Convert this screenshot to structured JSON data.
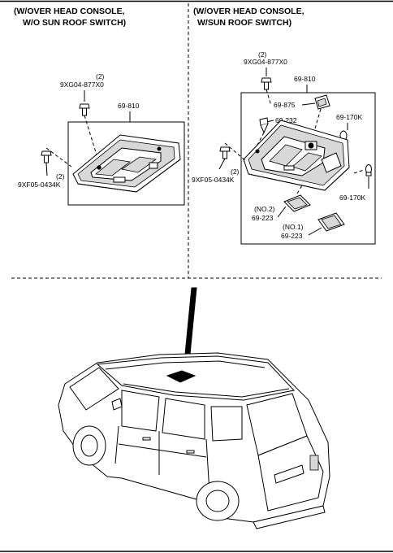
{
  "left_panel": {
    "header_line1": "(W/OVER HEAD CONSOLE,",
    "header_line2": "W/O SUN ROOF SWITCH)",
    "bolt_top_qty": "(2)",
    "bolt_top_code": "9XG04-877X0",
    "console_part": "69-810",
    "bolt_side_qty": "(2)",
    "bolt_side_code": "9XF05-0434K"
  },
  "right_panel": {
    "header_line1": "(W/OVER HEAD CONSOLE,",
    "header_line2": "W/SUN ROOF SWITCH)",
    "bolt_top_qty": "(2)",
    "bolt_top_code": "9XG04-877X0",
    "console_part": "69-810",
    "switch_part": "69-875",
    "clip_part": "69-232",
    "bulb_part_upper": "69-170K",
    "bulb_part_lower": "69-170K",
    "bolt_side_qty": "(2)",
    "bolt_side_code": "9XF05-0434K",
    "lens_no2_qty": "(NO.2)",
    "lens_no2_part": "69-223",
    "lens_no1_qty": "(NO.1)",
    "lens_no1_part": "69-223"
  }
}
